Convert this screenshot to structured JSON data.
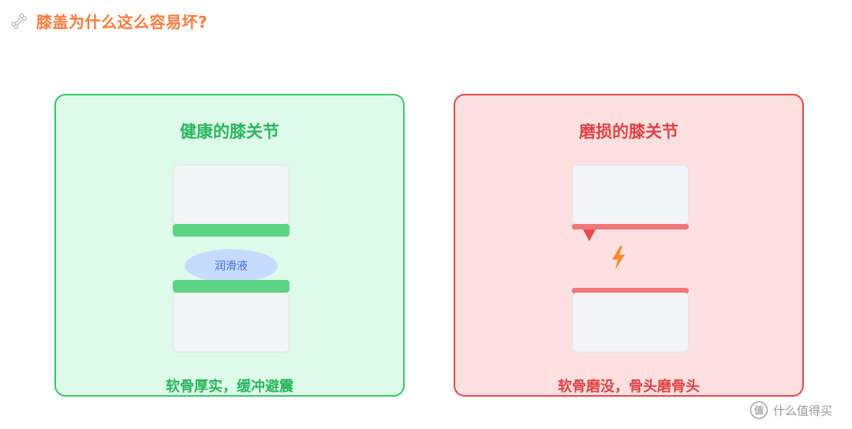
{
  "header": {
    "title": "膝盖为什么这么容易坏?",
    "icon": "bone-icon"
  },
  "panels": {
    "healthy": {
      "title": "健康的膝关节",
      "fluid_label": "润滑液",
      "caption": "软骨厚实，缓冲避震"
    },
    "worn": {
      "title": "磨损的膝关节",
      "caption": "软骨磨没，骨头磨骨头"
    }
  },
  "colors": {
    "accent_orange": "#ff7a3d",
    "healthy_green": "#3cc66c",
    "healthy_bg": "#ddfbe8",
    "cartilage_green": "#5cd484",
    "fluid_blue": "#c7dbff",
    "worn_red": "#e64b4b",
    "worn_bg": "#fde1e1",
    "bone_gray": "#f3f4f6",
    "spark_orange": "#ff8a2a"
  },
  "watermark": {
    "text": "什么值得买",
    "icon": "smzdm-logo-icon"
  }
}
